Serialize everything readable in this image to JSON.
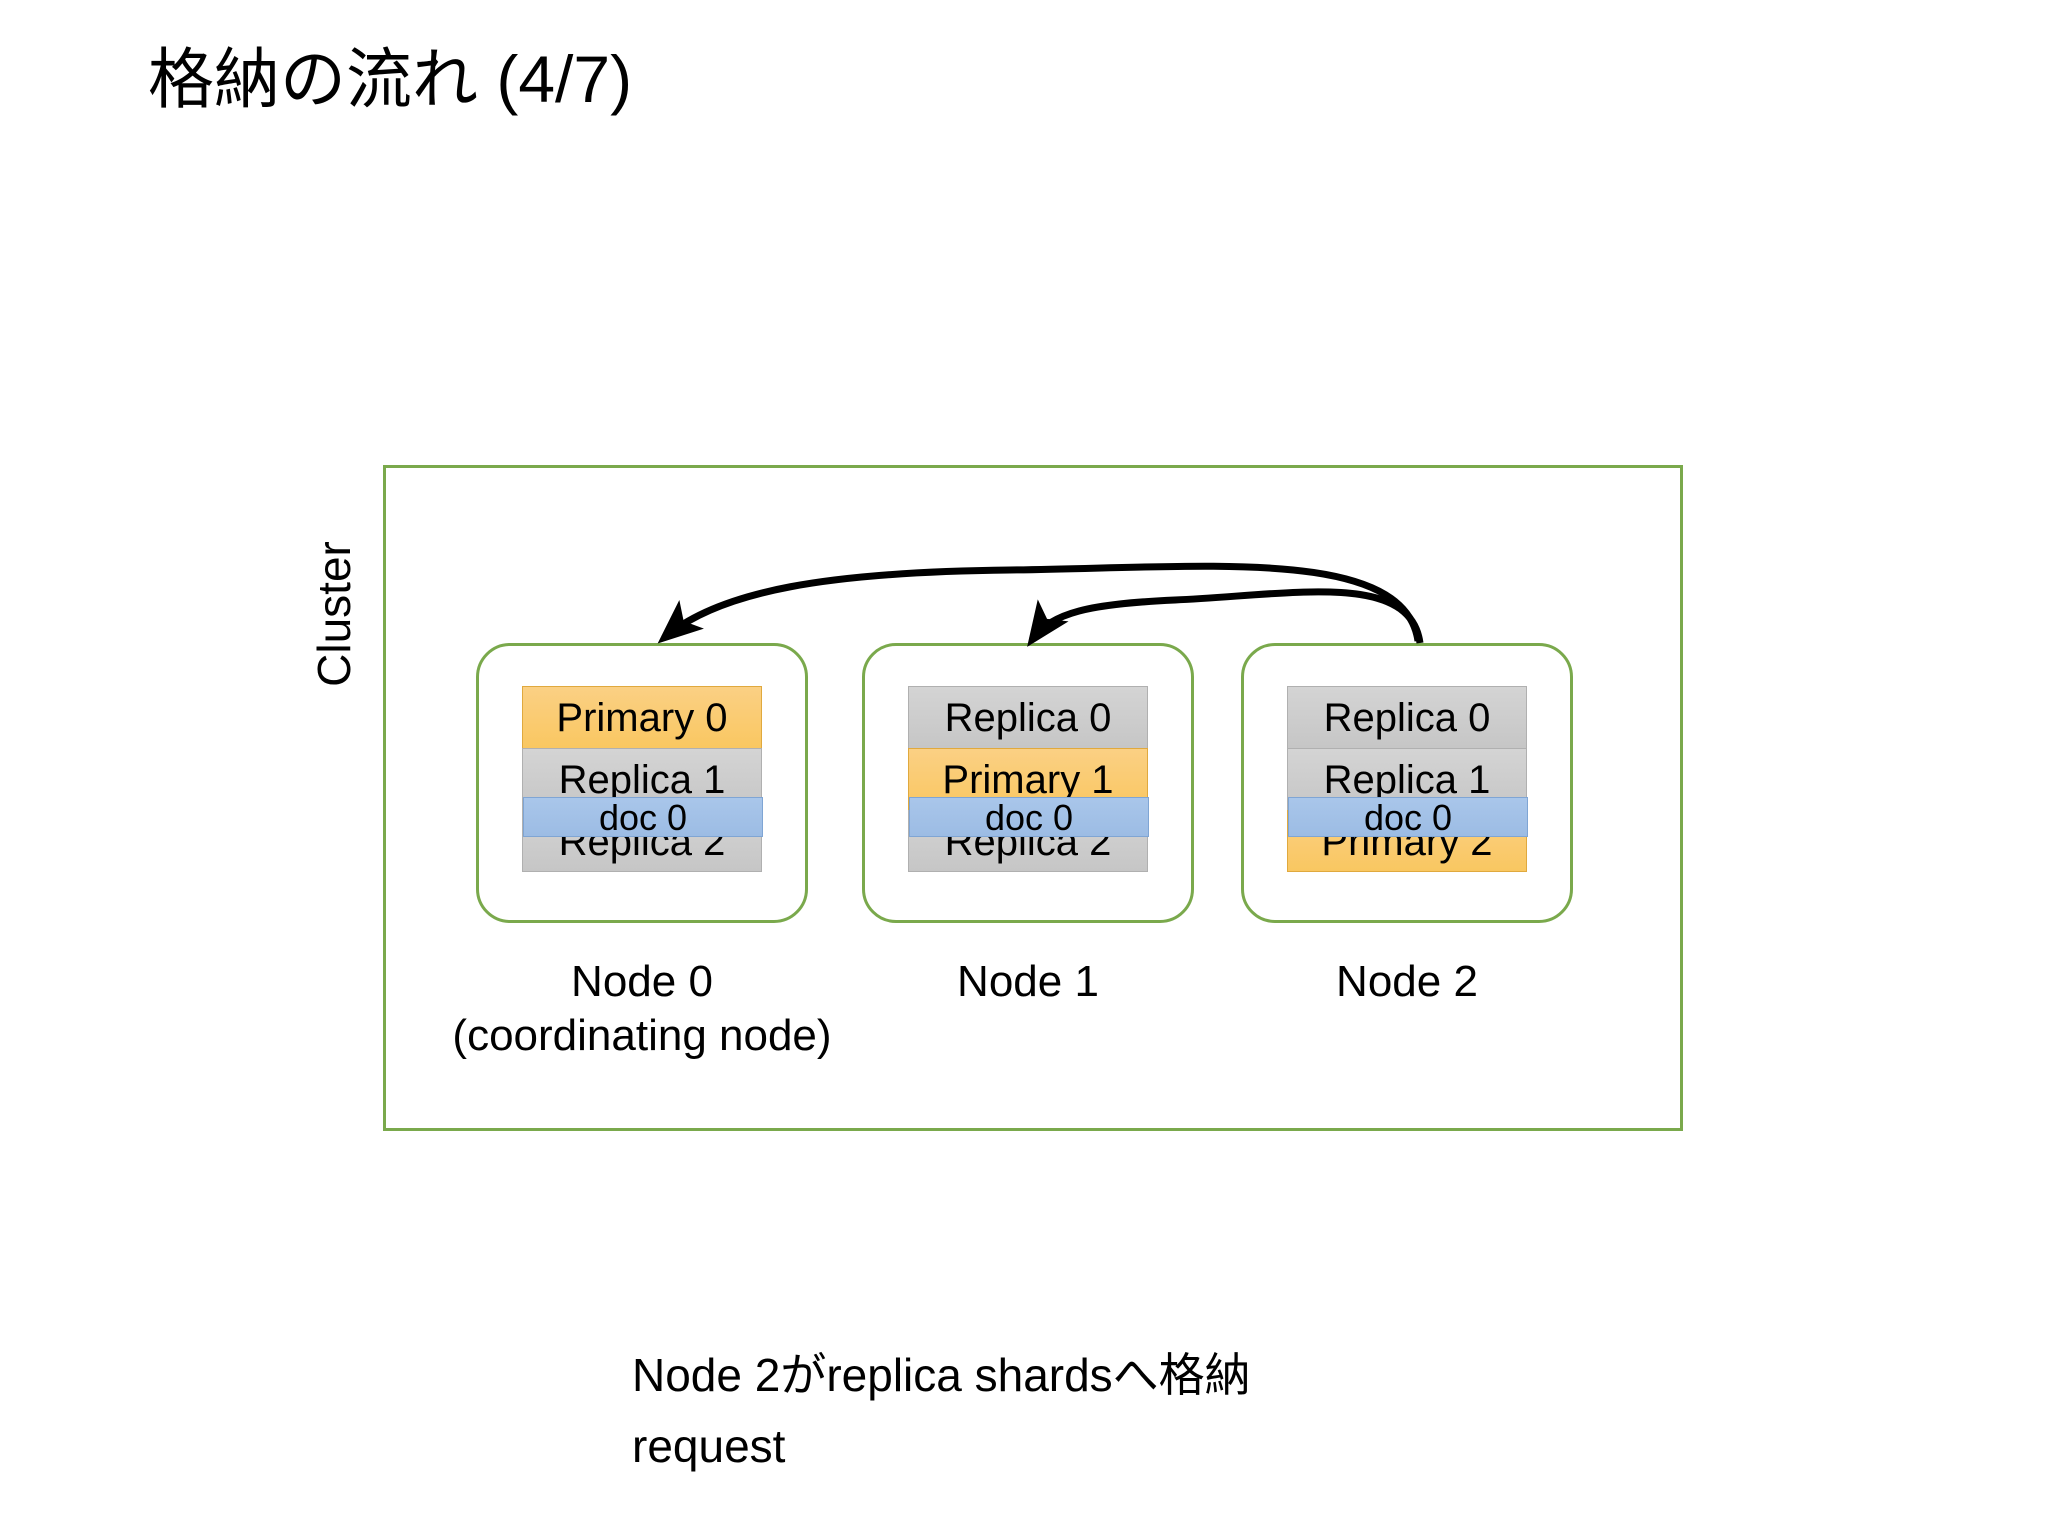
{
  "slide": {
    "title": "格納の流れ (4/7)",
    "bottom_caption": "Node 2がreplica shardsへ格納\nrequest"
  },
  "cluster": {
    "label": "Cluster",
    "border_color": "#7aa94c"
  },
  "colors": {
    "primary_shard": "#f9c761",
    "replica_shard": "#c6c6c6",
    "doc_box": "#9cbce4",
    "cluster_border": "#7aa94c",
    "arrow": "#000000",
    "text": "#000000"
  },
  "nodes": [
    {
      "id": "node-0",
      "caption": "Node 0\n(coordinating node)",
      "shards": [
        {
          "label": "Primary 0",
          "kind": "primary"
        },
        {
          "label": "Replica 1",
          "kind": "replica"
        },
        {
          "label": "Replica 2",
          "kind": "replica"
        }
      ],
      "doc_overlay": {
        "label": "doc 0",
        "on_shard_index": 2
      }
    },
    {
      "id": "node-1",
      "caption": "Node 1",
      "shards": [
        {
          "label": "Replica 0",
          "kind": "replica"
        },
        {
          "label": "Primary 1",
          "kind": "primary"
        },
        {
          "label": "Replica 2",
          "kind": "replica"
        }
      ],
      "doc_overlay": {
        "label": "doc 0",
        "on_shard_index": 2
      }
    },
    {
      "id": "node-2",
      "caption": "Node 2",
      "shards": [
        {
          "label": "Replica 0",
          "kind": "replica"
        },
        {
          "label": "Replica 1",
          "kind": "replica"
        },
        {
          "label": "Primary 2",
          "kind": "primary"
        }
      ],
      "doc_overlay": {
        "label": "doc 0",
        "on_shard_index": 2
      }
    }
  ],
  "arrows": [
    {
      "name": "arrow-node2-to-node0",
      "from": "node-2",
      "to": "node-0"
    },
    {
      "name": "arrow-node2-to-node1",
      "from": "node-2",
      "to": "node-1"
    }
  ]
}
